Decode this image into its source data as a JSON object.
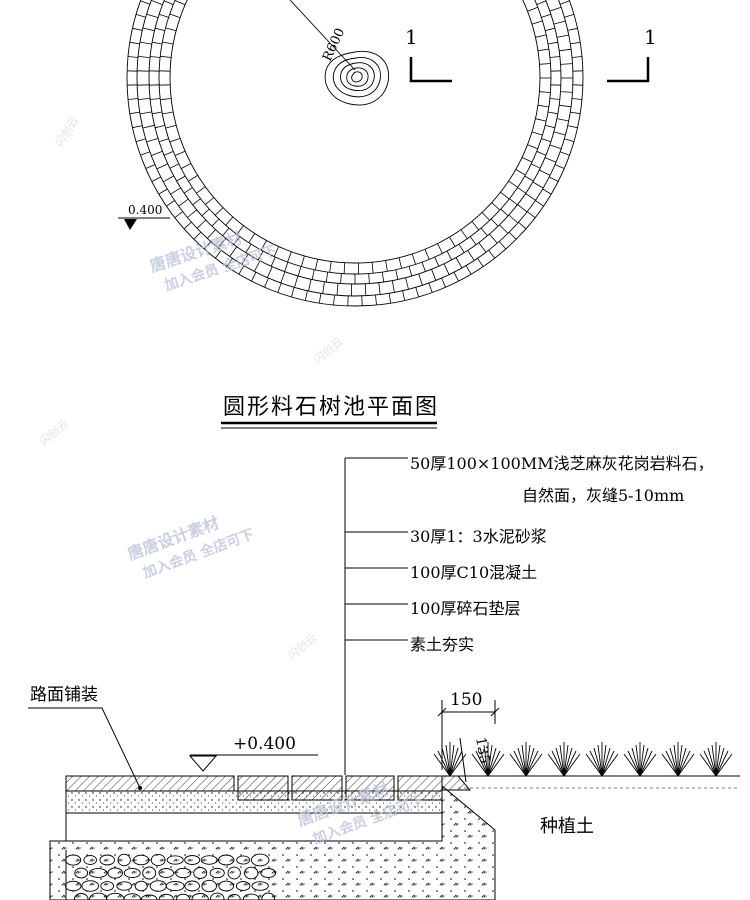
{
  "plan": {
    "radius_label": "R600",
    "elevation_label": "0.400",
    "section_mark_left": "1",
    "section_mark_right": "1",
    "title": "圆形料石树池平面图"
  },
  "section": {
    "layers": [
      "50厚100×100MM浅芝麻灰花岗岩料石，",
      "自然面，灰缝5-10mm",
      "30厚1：3水泥砂浆",
      "100厚C10混凝土",
      "100厚碎石垫层",
      "素土夯实"
    ],
    "paving_label": "路面铺装",
    "elevation_label": "+0.400",
    "dim_width": "150",
    "dim_height": "135",
    "soil_label": "种植土"
  },
  "watermark": {
    "line1": "唐唐设计素材",
    "line2": "加入会员 全店可下",
    "faint": "闪创云"
  }
}
